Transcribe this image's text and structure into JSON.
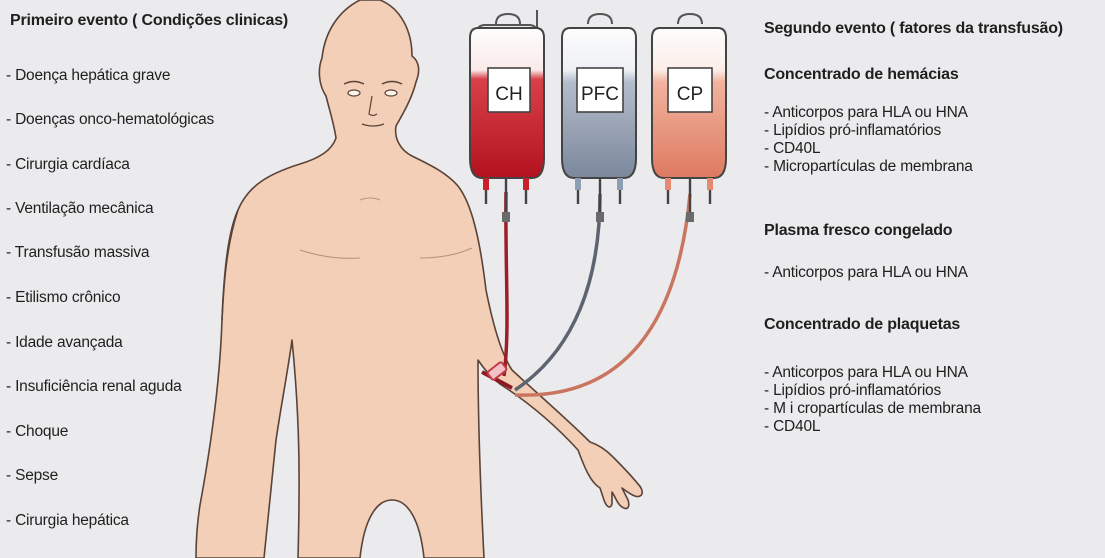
{
  "left": {
    "title": "Primeiro evento ( Condições clinicas)",
    "conditions": [
      "- Doença hepática grave",
      "- Doenças onco-hematológicas",
      "- Cirurgia cardíaca",
      "- Ventilação mecânica",
      "- Transfusão massiva",
      "- Etilismo crônico",
      "- Idade avançada",
      "- Insuficiência renal aguda",
      "- Choque",
      "- Sepse",
      "- Cirurgia hepática"
    ]
  },
  "bags": [
    {
      "label": "CH",
      "color": "#c8202b"
    },
    {
      "label": "PFC",
      "color": "#8f9db3"
    },
    {
      "label": "CP",
      "color": "#e48a72"
    }
  ],
  "right": {
    "title": "Segundo evento ( fatores da transfusão)",
    "sections": [
      {
        "heading": "Concentrado de hemácias",
        "items": [
          "- Anticorpos para HLA ou HNA",
          "- Lipídios pró-inflamatórios",
          "- CD40L",
          "- Micropartículas de membrana"
        ]
      },
      {
        "heading": "Plasma fresco congelado",
        "items": [
          "- Anticorpos para HLA ou HNA"
        ]
      },
      {
        "heading": "Concentrado de plaquetas",
        "items": [
          "- Anticorpos para HLA ou HNA",
          "- Lipídios pró-inflamatórios",
          "- M i cropartículas de membrana",
          "- CD40L"
        ]
      }
    ]
  },
  "colors": {
    "skin": "#f2cfb6",
    "skin_outline": "#5a4338",
    "red_line": "#9b1f2a",
    "grey_line": "#5d6470",
    "salmon_line": "#c97560",
    "background": "#ebeaec"
  }
}
